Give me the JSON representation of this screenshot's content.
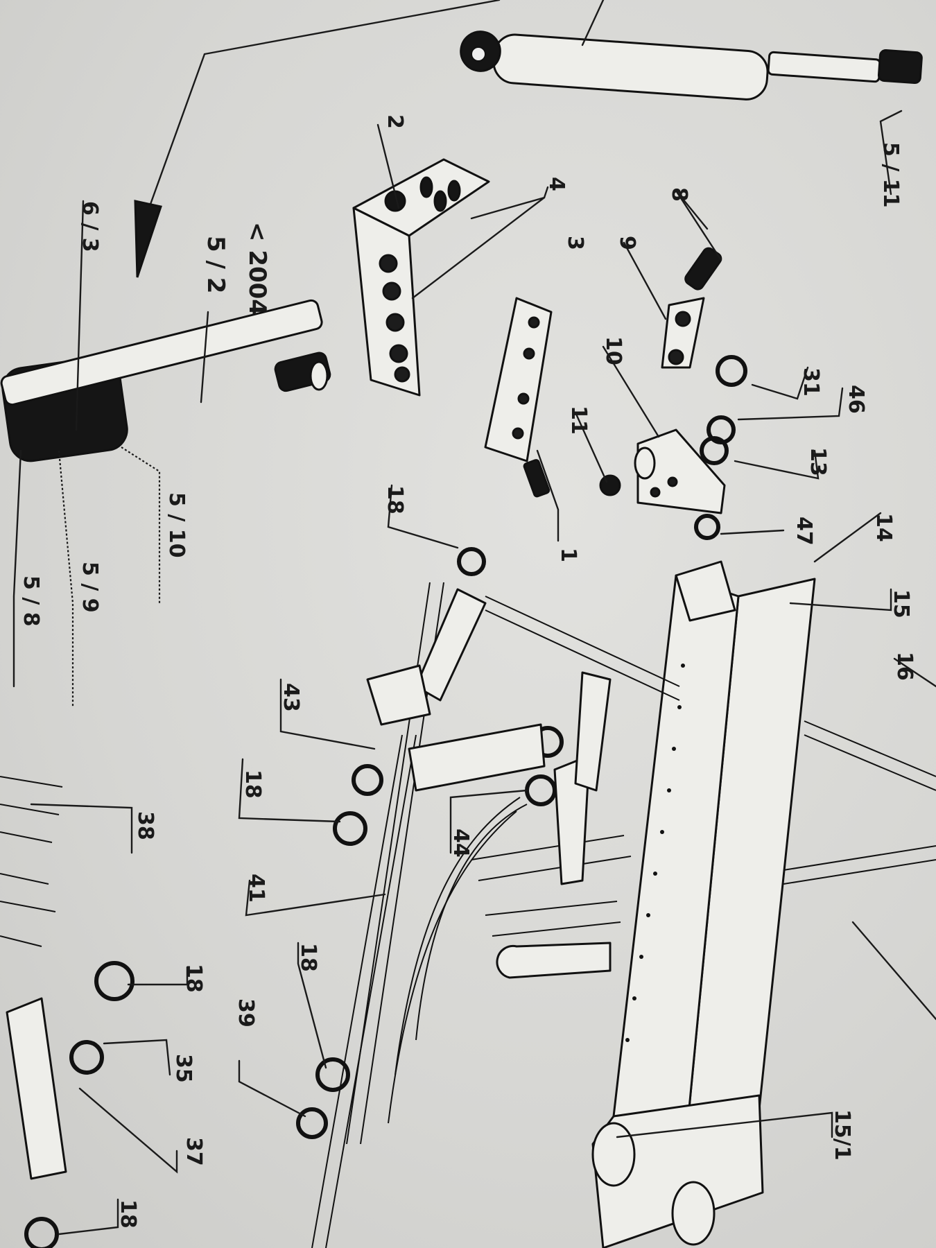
{
  "diagram": {
    "version_note": "< 2004",
    "callouts": [
      {
        "id": "c-5-11",
        "text": "5 / 11"
      },
      {
        "id": "c-2",
        "text": "2"
      },
      {
        "id": "c-4",
        "text": "4"
      },
      {
        "id": "c-8",
        "text": "8"
      },
      {
        "id": "c-6-3",
        "text": "6 / 3"
      },
      {
        "id": "c-5-2",
        "text": "5 / 2"
      },
      {
        "id": "c-3",
        "text": "3"
      },
      {
        "id": "c-9",
        "text": "9"
      },
      {
        "id": "c-10",
        "text": "10"
      },
      {
        "id": "c-31",
        "text": "31"
      },
      {
        "id": "c-46",
        "text": "46"
      },
      {
        "id": "c-11",
        "text": "11"
      },
      {
        "id": "c-13",
        "text": "13"
      },
      {
        "id": "c-18a",
        "text": "18"
      },
      {
        "id": "c-1",
        "text": "1"
      },
      {
        "id": "c-47",
        "text": "47"
      },
      {
        "id": "c-14",
        "text": "14"
      },
      {
        "id": "c-15",
        "text": "15"
      },
      {
        "id": "c-5-10",
        "text": "5 / 10"
      },
      {
        "id": "c-5-9",
        "text": "5 / 9"
      },
      {
        "id": "c-5-8",
        "text": "5 / 8"
      },
      {
        "id": "c-16",
        "text": "16"
      },
      {
        "id": "c-43",
        "text": "43"
      },
      {
        "id": "c-18b",
        "text": "18"
      },
      {
        "id": "c-38",
        "text": "38"
      },
      {
        "id": "c-44",
        "text": "44"
      },
      {
        "id": "c-41",
        "text": "41"
      },
      {
        "id": "c-18c",
        "text": "18"
      },
      {
        "id": "c-18d",
        "text": "18"
      },
      {
        "id": "c-39",
        "text": "39"
      },
      {
        "id": "c-35",
        "text": "35"
      },
      {
        "id": "c-37",
        "text": "37"
      },
      {
        "id": "c-15-1",
        "text": "15/1"
      },
      {
        "id": "c-18e",
        "text": "18"
      }
    ]
  }
}
